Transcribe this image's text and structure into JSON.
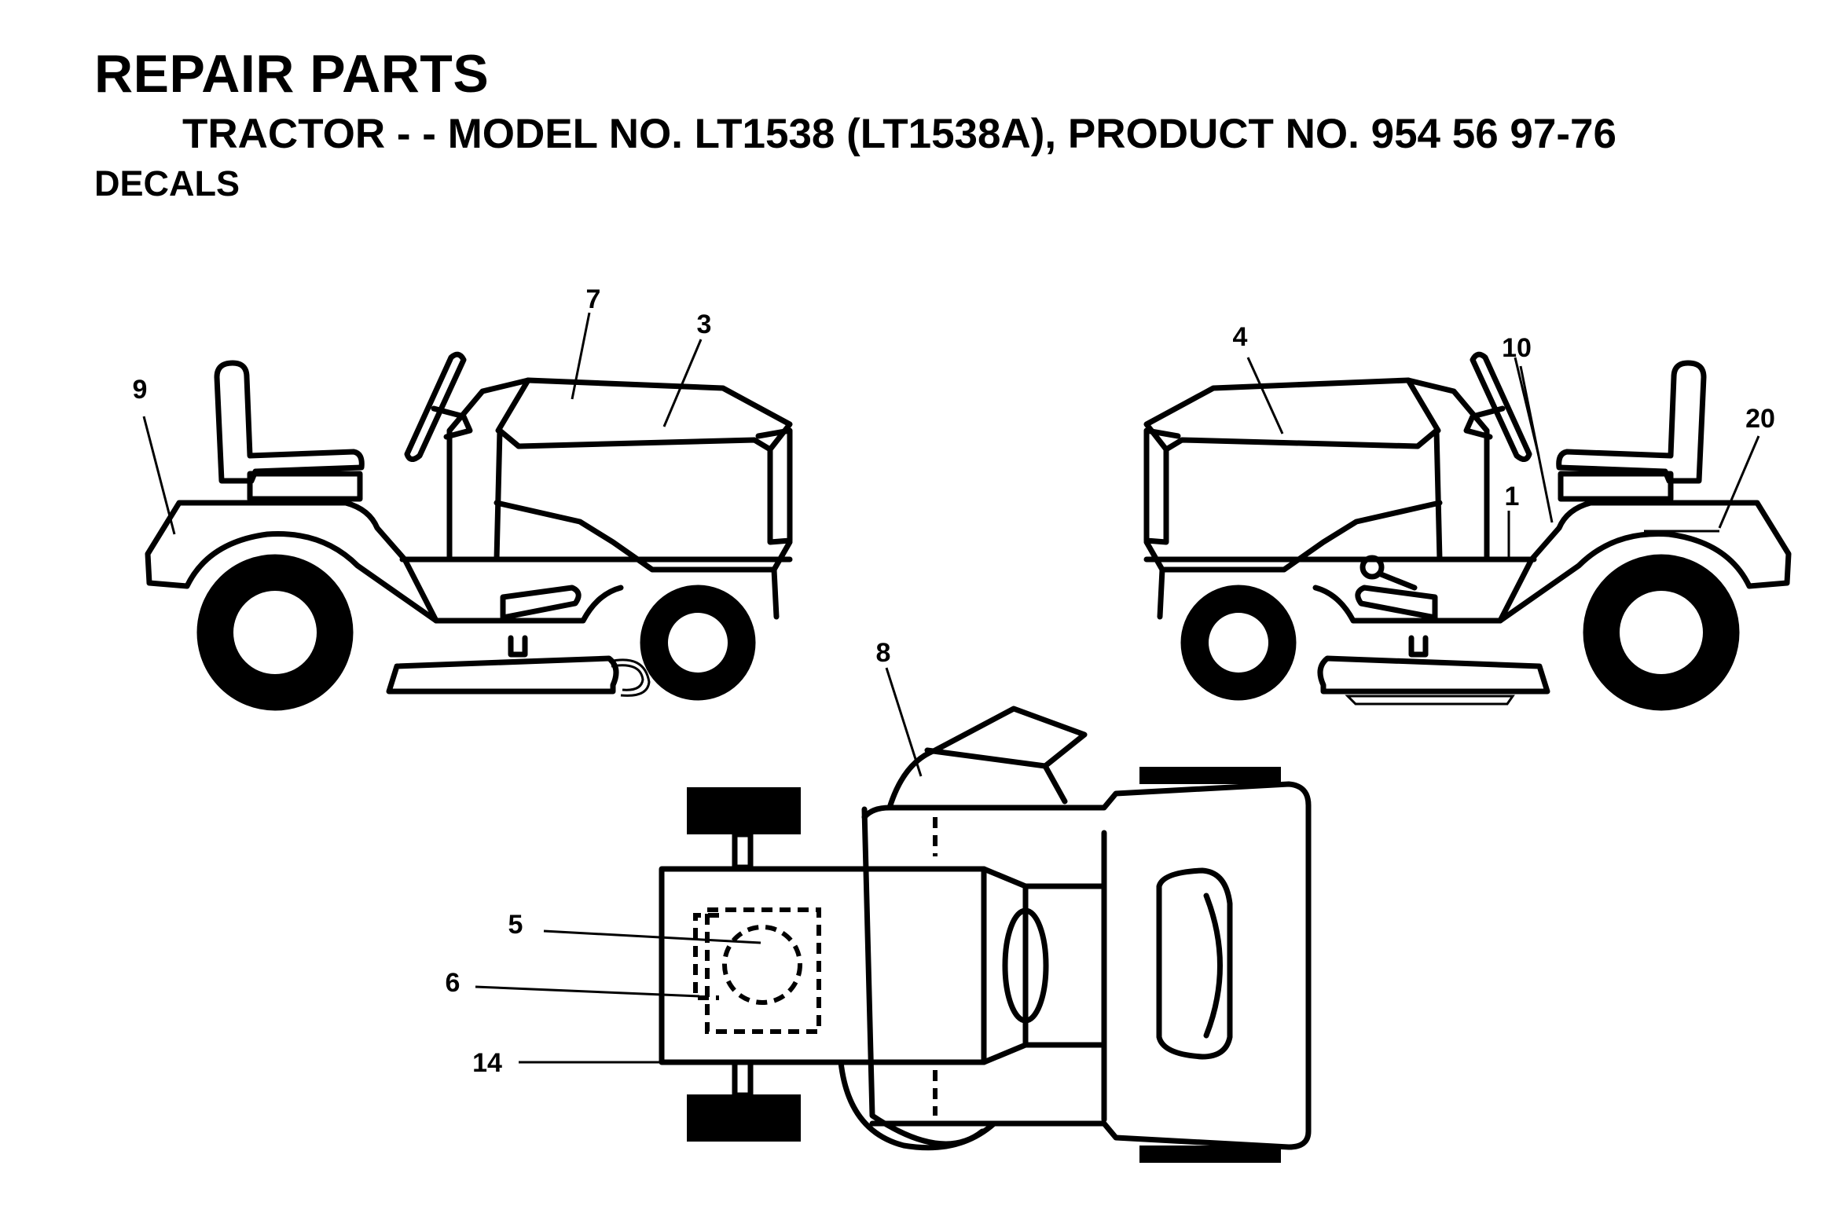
{
  "header": {
    "title": "REPAIR PARTS",
    "subtitle": "TRACTOR - - MODEL NO. LT1538 (LT1538A), PRODUCT NO. 954 56 97-76",
    "section": "DECALS"
  },
  "callouts": {
    "c1": "1",
    "c3": "3",
    "c4": "4",
    "c5": "5",
    "c6": "6",
    "c7": "7",
    "c8": "8",
    "c9": "9",
    "c10": "10",
    "c14": "14",
    "c20": "20"
  }
}
